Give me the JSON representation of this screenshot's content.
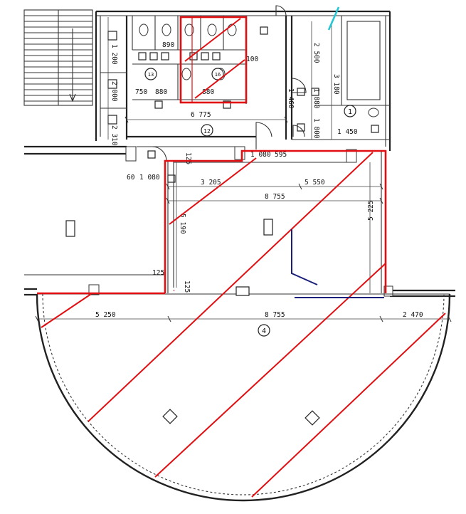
{
  "plan": {
    "dimensions": {
      "d_6775": "6 775",
      "d_3205": "3 205",
      "d_5550": "5 550",
      "d_8755_upper": "8 755",
      "d_8755_lower": "8 755",
      "d_5250": "5 250",
      "d_2470": "2 470",
      "d_1080_top": "1 080",
      "d_1080_left": "1 080",
      "d_60": "60",
      "d_595": "595",
      "d_1450": "1 450",
      "d_750": "750",
      "d_880a": "880",
      "d_880b": "880",
      "d_890": "890",
      "d_100": "100",
      "d_125a": "125",
      "d_125b": "125",
      "d_125c": "125",
      "v_1200": "1 200",
      "v_2000": "2 000",
      "v_2310": "2 310",
      "v_2500": "2 500",
      "v_3180": "3 180",
      "v_1460": "1 460",
      "v_1880": "1 880",
      "v_1800": "1 800",
      "v_5190": "5 190",
      "v_5225": "5 225"
    },
    "room_numbers": {
      "r4": "4",
      "r12": "12",
      "r1": "1",
      "r13": "13",
      "r16": "16"
    },
    "colors": {
      "hatch": "#e10f12",
      "annotation_blue": "#1a1f7a",
      "annotation_cyan": "#22c7d6",
      "wall": "#222222"
    }
  }
}
